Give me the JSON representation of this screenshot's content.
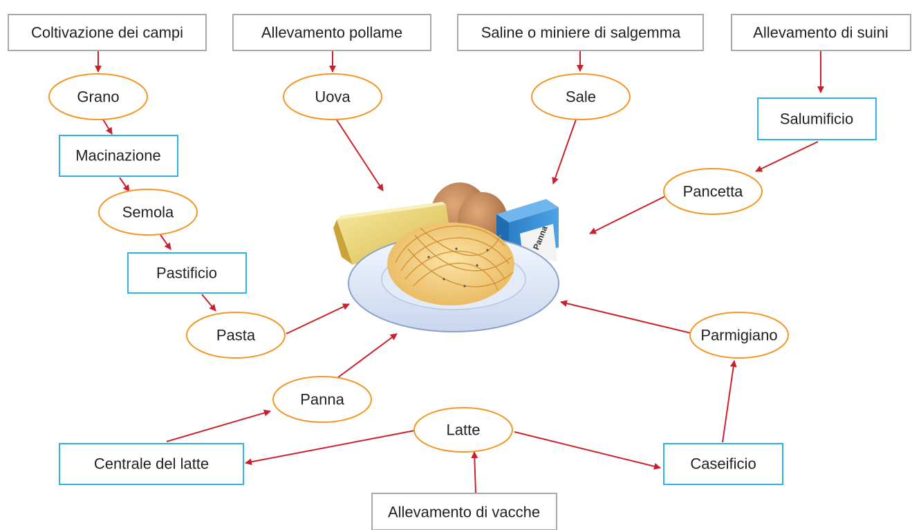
{
  "colors": {
    "source_box": "#a6a8ab",
    "process_box": "#29b4e6",
    "product_ellipse": "#f39623",
    "arrow": "#c8202c",
    "text": "#231f20"
  },
  "nodes": {
    "coltivazione": "Coltivazione dei campi",
    "pollame": "Allevamento pollame",
    "saline": "Saline o miniere di salgemma",
    "suini": "Allevamento di suini",
    "grano": "Grano",
    "uova": "Uova",
    "sale": "Sale",
    "salumificio": "Salumificio",
    "macinazione": "Macinazione",
    "pancetta": "Pancetta",
    "semola": "Semola",
    "pastificio": "Pastificio",
    "pasta": "Pasta",
    "parmigiano": "Parmigiano",
    "panna": "Panna",
    "latte": "Latte",
    "centrale": "Centrale del latte",
    "caseificio": "Caseificio",
    "vacche": "Allevamento di vacche"
  },
  "illustration": {
    "name": "Pasta alla carbonara dish",
    "cream_carton_label": "Panna"
  }
}
